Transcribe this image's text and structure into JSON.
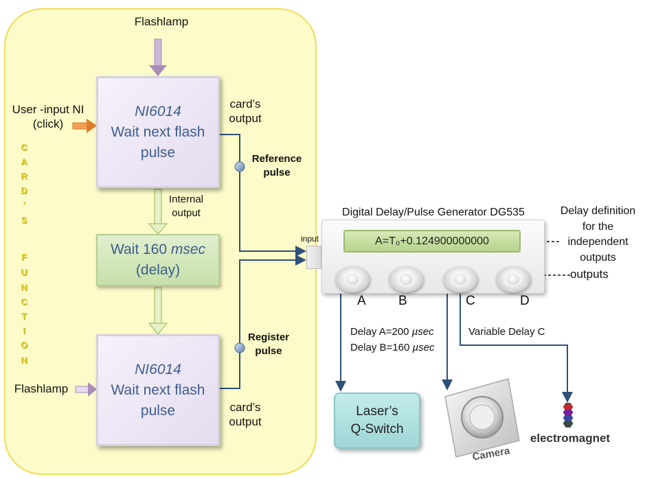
{
  "flashlamp_top": "Flashlamp",
  "flashlamp_left": "Flashlamp",
  "user_input": {
    "line1": "User -input NI",
    "line2": "(click)"
  },
  "ni_top": {
    "title": "NI6014",
    "line1": "Wait next flash",
    "line2": "pulse"
  },
  "ni_bottom": {
    "title": "NI6014",
    "line1": "Wait next flash",
    "line2": "pulse"
  },
  "delay_box": {
    "line1": "Wait 160 ",
    "line1_unit": "msec",
    "line2": "(delay)"
  },
  "cards_output_top": {
    "line1": "card’s",
    "line2": "output"
  },
  "cards_output_bottom": {
    "line1": "card’s",
    "line2": "output"
  },
  "internal_output": {
    "line1": "Internal",
    "line2": "output"
  },
  "reference_pulse": {
    "line1": "Reference",
    "line2": "pulse"
  },
  "register_pulse": {
    "line1": "Register",
    "line2": "pulse"
  },
  "vertical_label": [
    "C",
    "A",
    "R",
    "D",
    "’",
    "S",
    "F",
    "U",
    "N",
    "C",
    "T",
    "I",
    "O",
    "N"
  ],
  "dg535": {
    "title": "Digital Delay/Pulse Generator DG535",
    "display": "A=T₀+0.124900000000",
    "input_label": "input",
    "ports": [
      "A",
      "B",
      "C",
      "D"
    ]
  },
  "delay_definition": {
    "line1": "Delay definition",
    "line2": "for the",
    "line3": "independent",
    "line4": "outputs"
  },
  "outputs_label": "outputs",
  "delay_a": {
    "text": "Delay A=200 ",
    "unit": "µsec"
  },
  "delay_b": {
    "text": "Delay B=160 ",
    "unit": "µsec"
  },
  "variable_delay": "Variable Delay C",
  "laser": {
    "line1": "Laser’s",
    "line2": "Q-Switch"
  },
  "camera_label": "Camera",
  "electromagnet_label": "electromagnet",
  "colors": {
    "panel": "#fcfbc9",
    "panel_border": "#f1dc52",
    "box_text": "#3c5e90",
    "wire": "#2f4f77",
    "arrow_purple": "#a98db9",
    "arrow_green": "#a5c262",
    "arrow_orange": "#e07a2a"
  }
}
